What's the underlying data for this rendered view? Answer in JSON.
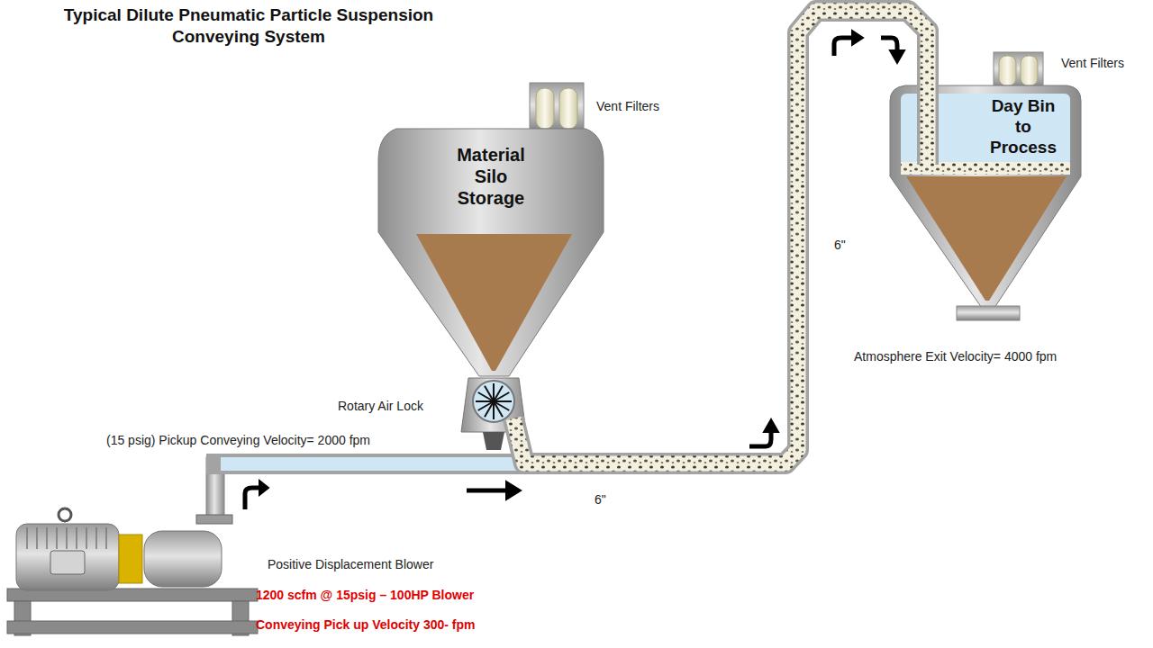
{
  "diagram": {
    "title": "Typical Dilute Pneumatic Particle Suspension Conveying System",
    "nodes": [
      {
        "text": [
          "Material Silo Storage"
        ]
      },
      {
        "text": [
          "Day Bin to Process"
        ]
      }
    ],
    "edges": [
      {
        "from": 0,
        "to": 1,
        "arrow": "none"
      }
    ],
    "labels": [
      "Vent Filters",
      "Vent Filters",
      "Rotary Air Lock",
      "(15 psig) Pickup Conveying Velocity= 2000 fpm",
      "6\"",
      "6\"",
      "Atmosphere Exit Velocity= 4000 fpm",
      "Positive Displacement Blower",
      "1200 scfm @ 15psig – 100HP Blower",
      "Conveying Pick up Velocity 300- fpm"
    ]
  }
}
